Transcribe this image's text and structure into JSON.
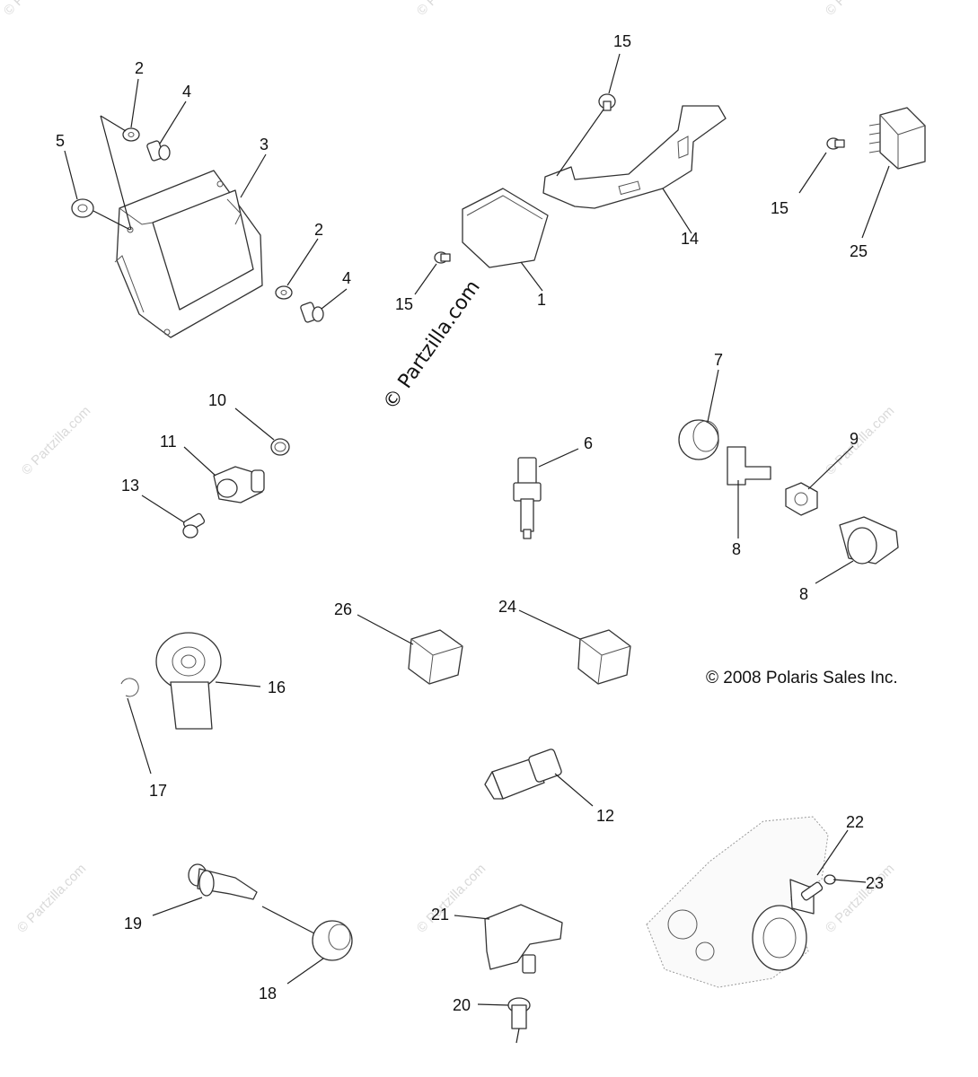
{
  "diagram": {
    "copyright": "© 2008 Polaris Sales Inc.",
    "brand_watermark": "© Partzilla.com",
    "tile_watermark": "© Partzilla.com",
    "callouts": [
      {
        "id": "c2a",
        "label": "2"
      },
      {
        "id": "c4a",
        "label": "4"
      },
      {
        "id": "c5",
        "label": "5"
      },
      {
        "id": "c3",
        "label": "3"
      },
      {
        "id": "c2b",
        "label": "2"
      },
      {
        "id": "c4b",
        "label": "4"
      },
      {
        "id": "c15a",
        "label": "15"
      },
      {
        "id": "c14",
        "label": "14"
      },
      {
        "id": "c15b",
        "label": "15"
      },
      {
        "id": "c1",
        "label": "1"
      },
      {
        "id": "c15c",
        "label": "15"
      },
      {
        "id": "c25",
        "label": "25"
      },
      {
        "id": "c10",
        "label": "10"
      },
      {
        "id": "c11",
        "label": "11"
      },
      {
        "id": "c13",
        "label": "13"
      },
      {
        "id": "c6",
        "label": "6"
      },
      {
        "id": "c7",
        "label": "7"
      },
      {
        "id": "c9",
        "label": "9"
      },
      {
        "id": "c8a",
        "label": "8"
      },
      {
        "id": "c8b",
        "label": "8"
      },
      {
        "id": "c26",
        "label": "26"
      },
      {
        "id": "c24",
        "label": "24"
      },
      {
        "id": "c16",
        "label": "16"
      },
      {
        "id": "c17",
        "label": "17"
      },
      {
        "id": "c12",
        "label": "12"
      },
      {
        "id": "c22",
        "label": "22"
      },
      {
        "id": "c23",
        "label": "23"
      },
      {
        "id": "c19",
        "label": "19"
      },
      {
        "id": "c18",
        "label": "18"
      },
      {
        "id": "c21",
        "label": "21"
      },
      {
        "id": "c20",
        "label": "20"
      }
    ]
  }
}
